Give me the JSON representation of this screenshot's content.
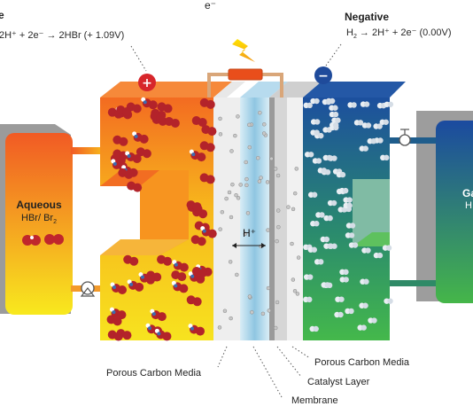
{
  "top_left": {
    "title_fragment": "e",
    "equation": "2H⁺ + 2e⁻ → 2HBr (+ 1.09V)"
  },
  "electron_label": "e⁻",
  "top_right": {
    "title": "Negative",
    "equation_prefix": "H",
    "equation_sub": "2",
    "equation_rest": " → 2H⁺ + 2e⁻ (0.00V)"
  },
  "positive_symbol": "+",
  "negative_symbol": "−",
  "left_tank": {
    "title": "Aqueous",
    "sub_prefix": "HBr/ Br",
    "sub_sub": "2"
  },
  "right_tank": {
    "title_fragment": "Ga",
    "sub_fragment": "H"
  },
  "proton_label": "H⁺",
  "proton_arrow": "⟷",
  "labels": {
    "porous_left": "Porous Carbon Media",
    "porous_right": "Porous Carbon Media",
    "catalyst": "Catalyst Layer",
    "membrane": "Membrane"
  },
  "colors": {
    "positive_orange": "#f15a24",
    "positive_yellow": "#f7e11c",
    "negative_blue": "#1b4aa0",
    "negative_green": "#3bb54a",
    "membrane_blue": "#9fcde4",
    "sign_red": "#d7262b",
    "sign_blue": "#1f4b9b"
  }
}
